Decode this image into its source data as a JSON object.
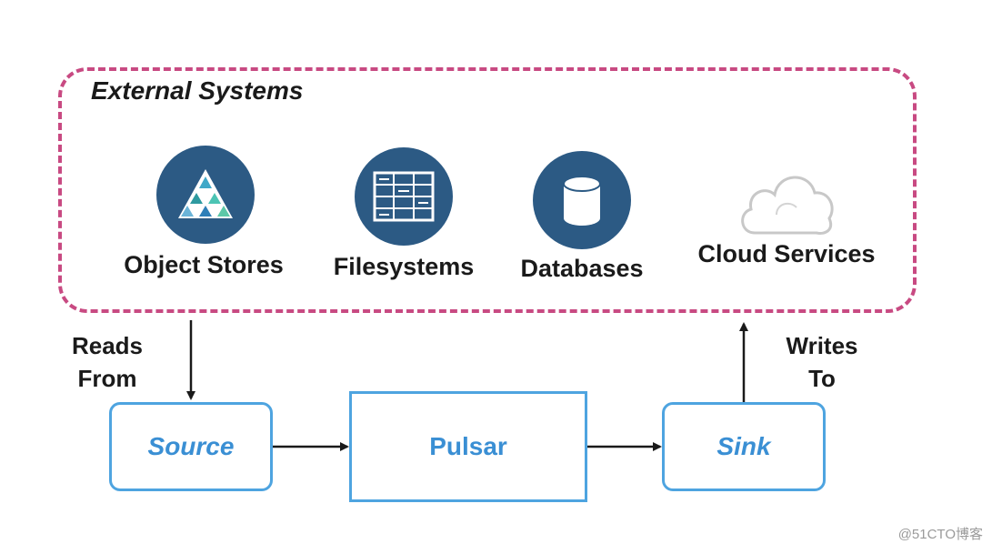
{
  "external": {
    "title": "External Systems"
  },
  "systems": [
    {
      "label": "Object Stores",
      "icon": "pyramid-icon"
    },
    {
      "label": "Filesystems",
      "icon": "grid-icon"
    },
    {
      "label": "Databases",
      "icon": "cylinder-icon"
    },
    {
      "label": "Cloud Services",
      "icon": "cloud-icon"
    }
  ],
  "flow": {
    "reads_line1": "Reads",
    "reads_line2": "From",
    "writes_line1": "Writes",
    "writes_line2": "To",
    "source": "Source",
    "pulsar": "Pulsar",
    "sink": "Sink"
  },
  "watermark": "@51CTO博客",
  "colors": {
    "dashed_border": "#c84a82",
    "icon_circle": "#2c5a84",
    "node_border": "#4ea4e0",
    "node_text": "#3a8fd4"
  }
}
